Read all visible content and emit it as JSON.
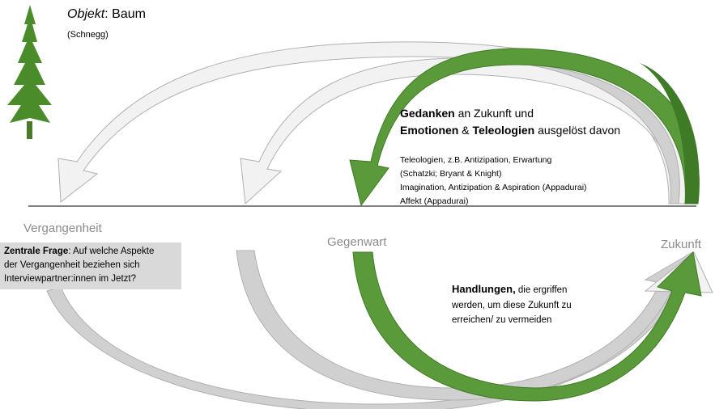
{
  "object": {
    "label": "Objekt",
    "separator": ": ",
    "value": "Baum",
    "source": "(Schnegg)"
  },
  "timeline": {
    "past": "Vergangenheit",
    "present": "Gegenwart",
    "future": "Zukunft"
  },
  "question": {
    "bold": "Zentrale Frage",
    "rest": ": Auf welche Aspekte",
    "line2": "der Vergangenheit beziehen sich",
    "line3": "Interviewpartner:innen im Jetzt?"
  },
  "thoughts": {
    "bold1": "Gedanken",
    "rest1": " an Zukunft und",
    "bold2": "Emotionen",
    "mid2": " & ",
    "bold3": "Teleologien",
    "rest2": " ausgelöst davon"
  },
  "references": [
    "Teleologien,  z.B. Antizipation,  Erwartung",
    "(Schatzki; Bryant & Knight)",
    "Imagination,  Antizipation & Aspiration  (Appadurai)",
    "Affekt  (Appadurai)"
  ],
  "actions": {
    "bold": "Handlungen,",
    "rest1": " die ergriffen",
    "line2": "werden, um diese Zukunft zu",
    "line3": "erreichen/  zu vermeiden"
  },
  "colors": {
    "green": "#5b9a3a",
    "dark_green": "#3f7a26",
    "light_gray_fill": "#f2f2f2",
    "mid_gray_fill": "#d0d0d0",
    "outline": "#b0b0b0",
    "tree": "#4a8c2a",
    "question_box": "#d9d9d9",
    "label_gray": "#8c8c8c"
  },
  "icons": [
    "tree-icon"
  ]
}
